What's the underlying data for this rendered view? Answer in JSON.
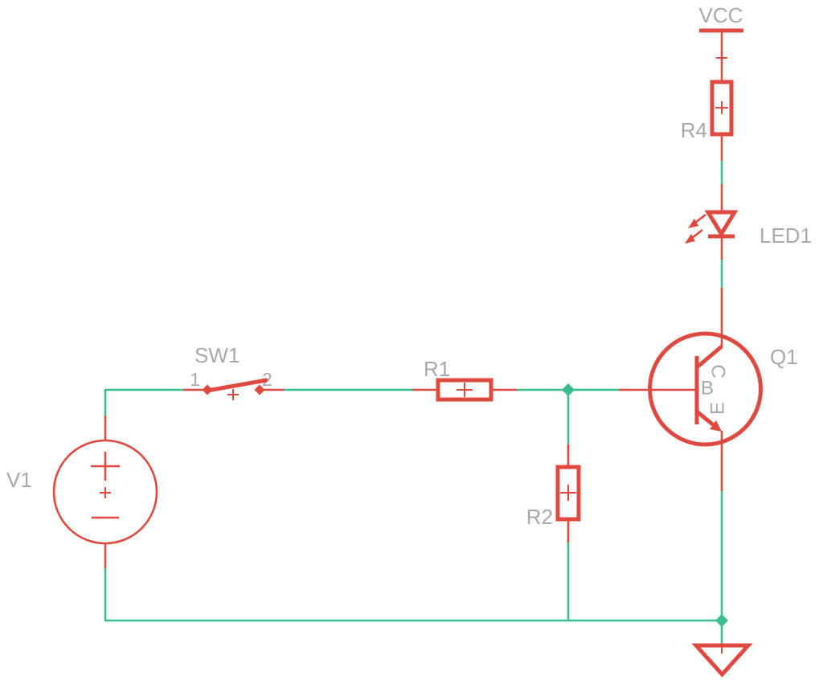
{
  "schematic": {
    "type": "circuit-schematic",
    "background": "#ffffff",
    "colors": {
      "component_stroke": "#e0493f",
      "wire": "#3cbd8e",
      "junction_dot": "#3cbd8e",
      "label_text": "#a9a9a9"
    },
    "components": {
      "vcc": {
        "label": "VCC",
        "type": "power-flag"
      },
      "r4": {
        "label": "R4",
        "type": "resistor"
      },
      "led1": {
        "label": "LED1",
        "type": "led"
      },
      "q1": {
        "label": "Q1",
        "type": "npn-transistor",
        "pin_c": "C",
        "pin_b": "B",
        "pin_e": "E"
      },
      "sw1": {
        "label": "SW1",
        "type": "switch",
        "pin_1": "1",
        "pin_2": "2"
      },
      "r1": {
        "label": "R1",
        "type": "resistor"
      },
      "r2": {
        "label": "R2",
        "type": "resistor"
      },
      "v1": {
        "label": "V1",
        "type": "voltage-source"
      },
      "gnd": {
        "type": "ground-flag"
      }
    }
  }
}
